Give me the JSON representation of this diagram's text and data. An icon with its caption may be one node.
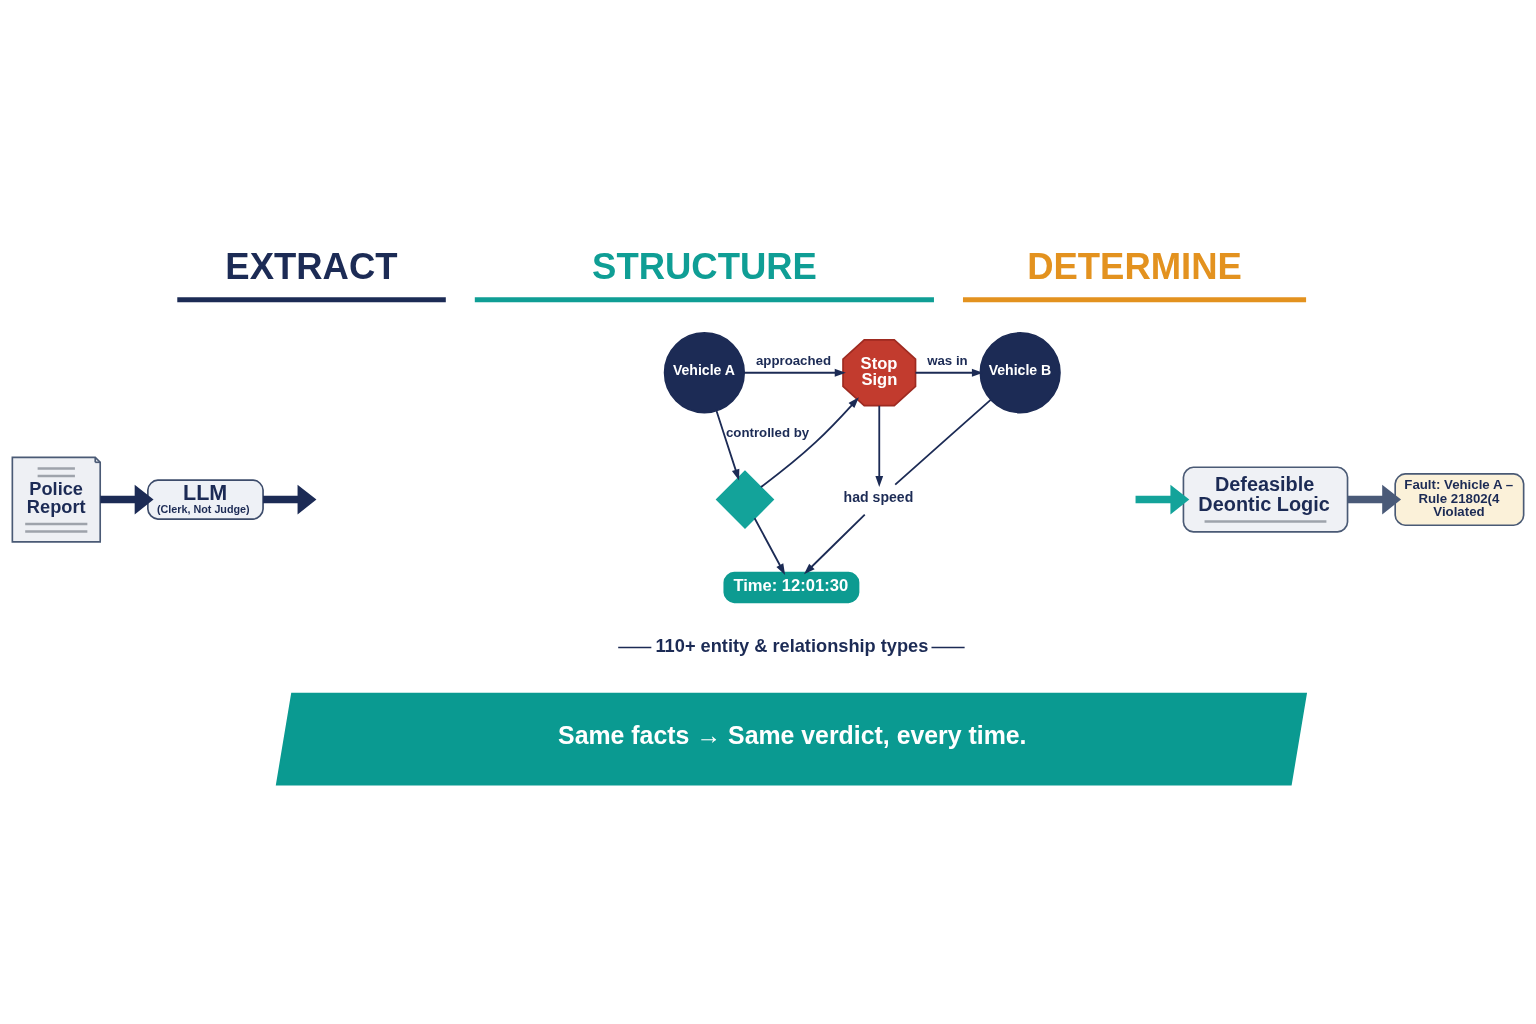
{
  "diagram": {
    "nodes": [
      {
        "text": [
          "Police Report"
        ]
      },
      {
        "text": [
          "LLM",
          "(Clerk, Not Judge)"
        ]
      },
      {
        "text": [
          "Vehicle A"
        ]
      },
      {
        "text": [
          "Stop Sign"
        ]
      },
      {
        "text": [
          "Vehicle B"
        ]
      },
      {
        "text": [],
        "shape": "diamond"
      },
      {
        "text": [
          "had speed"
        ]
      },
      {
        "text": [
          "Time: 12:01:30"
        ]
      },
      {
        "text": [
          "Defeasible Deontic Logic"
        ]
      },
      {
        "text": [
          "Fault: Vehicle A – Rule 21802(4 Violated"
        ]
      },
      {
        "text": [
          "Same facts → Same verdict, every time."
        ]
      }
    ],
    "edges": [
      {
        "from": 0,
        "to": 1,
        "arrow": "to",
        "style": "thick"
      },
      {
        "from": 1,
        "to": null,
        "arrow": "to",
        "style": "thick"
      },
      {
        "from": 2,
        "to": 3,
        "arrow": "to",
        "label": "approached"
      },
      {
        "from": 3,
        "to": 4,
        "arrow": "to",
        "label": "was in"
      },
      {
        "from": 2,
        "to": 5,
        "arrow": "to",
        "label": "controlled by"
      },
      {
        "from": 5,
        "to": 3,
        "arrow": "to"
      },
      {
        "from": 3,
        "to": 6,
        "arrow": "to"
      },
      {
        "from": 4,
        "to": 6,
        "arrow": "none"
      },
      {
        "from": 5,
        "to": 7,
        "arrow": "to"
      },
      {
        "from": 6,
        "to": 7,
        "arrow": "to"
      },
      {
        "from": null,
        "to": 8,
        "arrow": "to",
        "style": "thick",
        "color": "#13a39a"
      },
      {
        "from": 8,
        "to": 9,
        "arrow": "to",
        "style": "thick",
        "color": "#4a5a78"
      }
    ],
    "labels": [
      "EXTRACT",
      "STRUCTURE",
      "DETERMINE",
      "110+ entity & relationship types"
    ]
  }
}
